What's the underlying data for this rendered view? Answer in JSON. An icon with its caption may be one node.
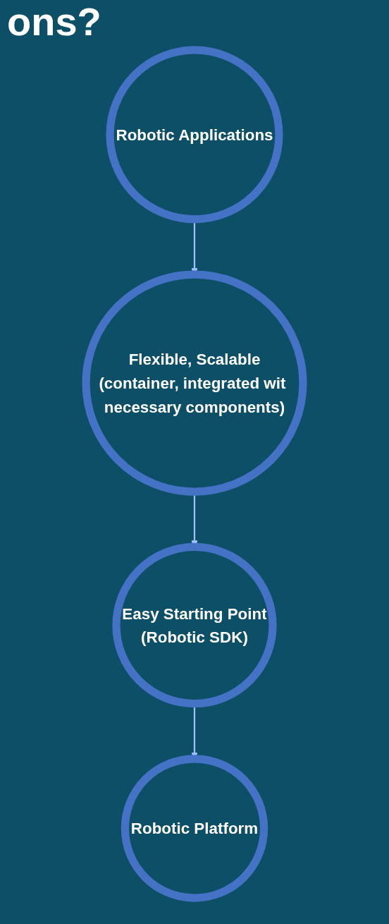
{
  "diagram": {
    "title": "ons?",
    "nodes": [
      {
        "text": [
          "Robotic Applications"
        ]
      },
      {
        "text": [
          "Flexible, Scalable",
          "(container, integrated wit necessary components)"
        ]
      },
      {
        "text": [
          "Easy Starting Point",
          "(Robotic SDK)"
        ]
      },
      {
        "text": [
          "Robotic Platform"
        ]
      }
    ],
    "edges": [
      {
        "from": 0,
        "to": 1,
        "arrow": "to"
      },
      {
        "from": 1,
        "to": 2,
        "arrow": "to"
      },
      {
        "from": 2,
        "to": 3,
        "arrow": "to"
      }
    ]
  }
}
